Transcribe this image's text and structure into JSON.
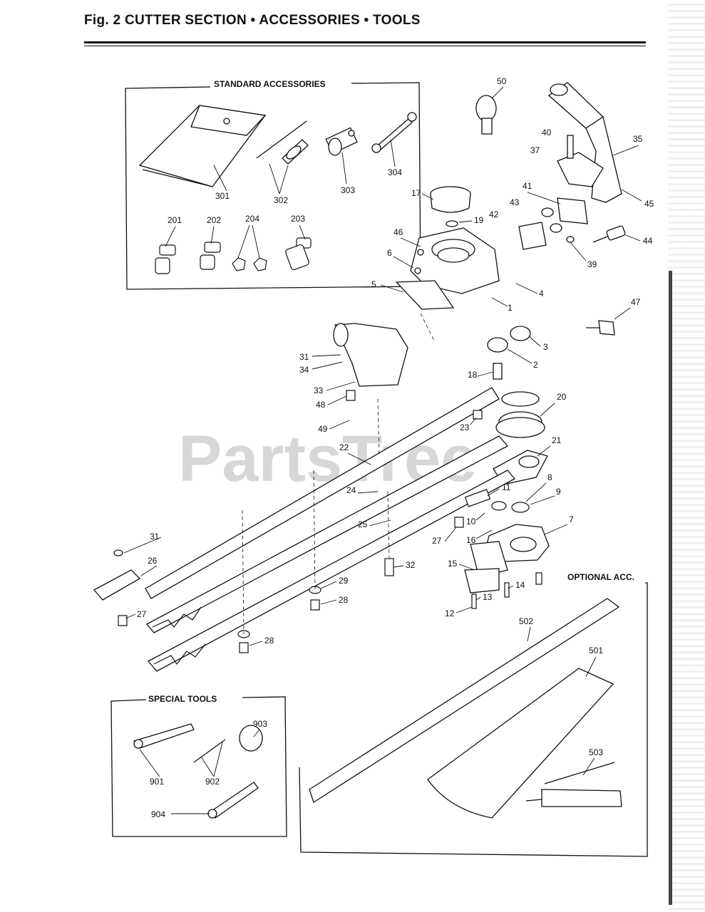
{
  "header": {
    "title": "Fig. 2   CUTTER SECTION • ACCESSORIES • TOOLS"
  },
  "boxes": {
    "standard": "STANDARD ACCESSORIES",
    "special": "SPECIAL TOOLS",
    "optional": "OPTIONAL ACC."
  },
  "watermark": "PartsTree",
  "parts": {
    "p301": "301",
    "p302": "302",
    "p303": "303",
    "p304": "304",
    "p201": "201",
    "p202": "202",
    "p204": "204",
    "p203": "203",
    "p50": "50",
    "p40": "40",
    "p35": "35",
    "p37": "37",
    "p45": "45",
    "p41": "41",
    "p43": "43",
    "p42": "42",
    "p44": "44",
    "p39": "39",
    "p17": "17",
    "p19": "19",
    "p46": "46",
    "p6": "6",
    "p5": "5",
    "p4": "4",
    "p1": "1",
    "p47": "47",
    "p3": "3",
    "p2": "2",
    "p18": "18",
    "p31a": "31",
    "p34": "34",
    "p33": "33",
    "p48": "48",
    "p49": "49",
    "p20": "20",
    "p23": "23",
    "p22": "22",
    "p21": "21",
    "p8": "8",
    "p11": "11",
    "p9": "9",
    "p24": "24",
    "p25": "25",
    "p10": "10",
    "p7": "7",
    "p27a": "27",
    "p16": "16",
    "p15": "15",
    "p31b": "31",
    "p26": "26",
    "p32": "32",
    "p29": "29",
    "p28a": "28",
    "p27b": "27",
    "p28b": "28",
    "p14": "14",
    "p13": "13",
    "p12": "12",
    "p502": "502",
    "p501": "501",
    "p503": "503",
    "p903": "903",
    "p901": "901",
    "p902": "902",
    "p904": "904"
  }
}
